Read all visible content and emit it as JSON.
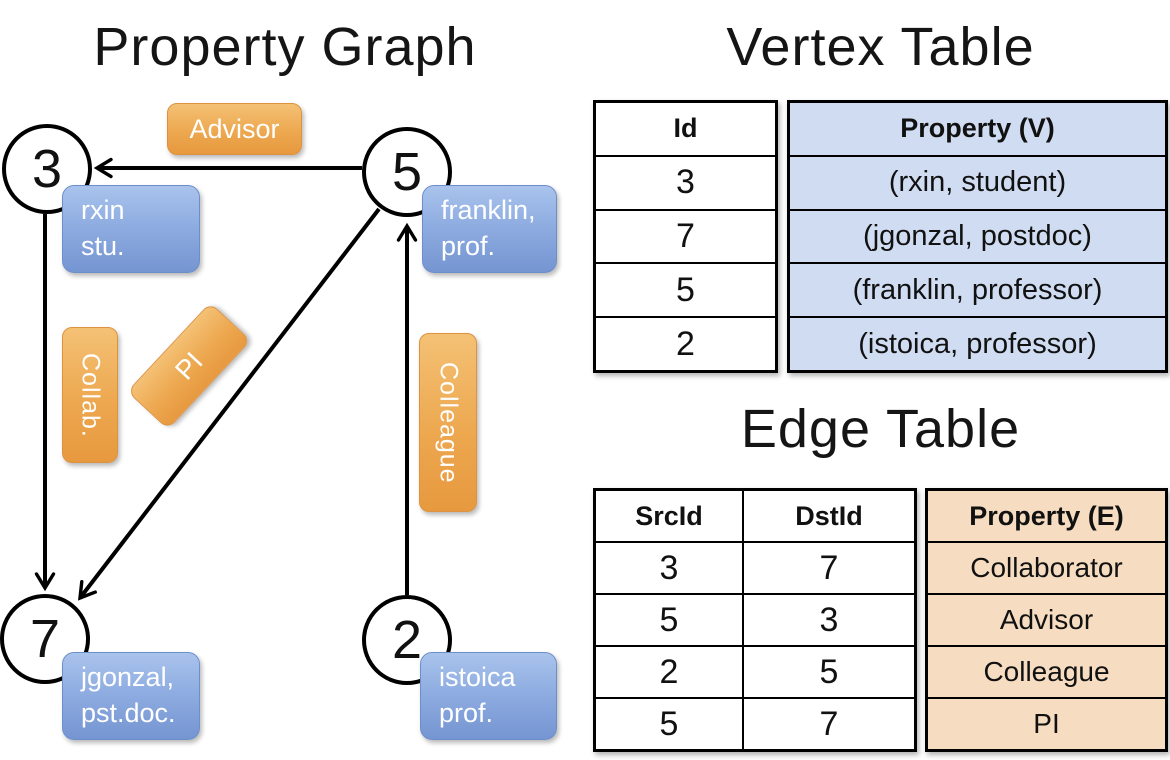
{
  "graph": {
    "title": "Property Graph",
    "nodes": [
      {
        "id": "3",
        "property_lines": [
          "rxin",
          "stu."
        ]
      },
      {
        "id": "5",
        "property_lines": [
          "franklin,",
          "prof."
        ]
      },
      {
        "id": "7",
        "property_lines": [
          "jgonzal,",
          "pst.doc."
        ]
      },
      {
        "id": "2",
        "property_lines": [
          "istoica",
          "prof."
        ]
      }
    ],
    "edges": [
      {
        "label": "Advisor",
        "from": "5",
        "to": "3"
      },
      {
        "label": "Collab.",
        "from": "3",
        "to": "7"
      },
      {
        "label": "PI",
        "from": "5",
        "to": "7"
      },
      {
        "label": "Colleague",
        "from": "2",
        "to": "5"
      }
    ]
  },
  "vertex_table": {
    "title": "Vertex Table",
    "columns": [
      "Id",
      "Property (V)"
    ],
    "rows": [
      [
        "3",
        "(rxin, student)"
      ],
      [
        "7",
        "(jgonzal, postdoc)"
      ],
      [
        "5",
        "(franklin, professor)"
      ],
      [
        "2",
        "(istoica, professor)"
      ]
    ]
  },
  "edge_table": {
    "title": "Edge Table",
    "columns": [
      "SrcId",
      "DstId",
      "Property (E)"
    ],
    "rows": [
      [
        "3",
        "7",
        "Collaborator"
      ],
      [
        "5",
        "3",
        "Advisor"
      ],
      [
        "2",
        "5",
        "Colleague"
      ],
      [
        "5",
        "7",
        "PI"
      ]
    ]
  },
  "colors": {
    "edge_label_fill": "#edа850",
    "vertex_property_fill": "#8fade1",
    "vertex_table_property_fill": "#cfdcf1",
    "edge_table_property_fill": "#f6dcc1",
    "line_color": "#000000"
  }
}
